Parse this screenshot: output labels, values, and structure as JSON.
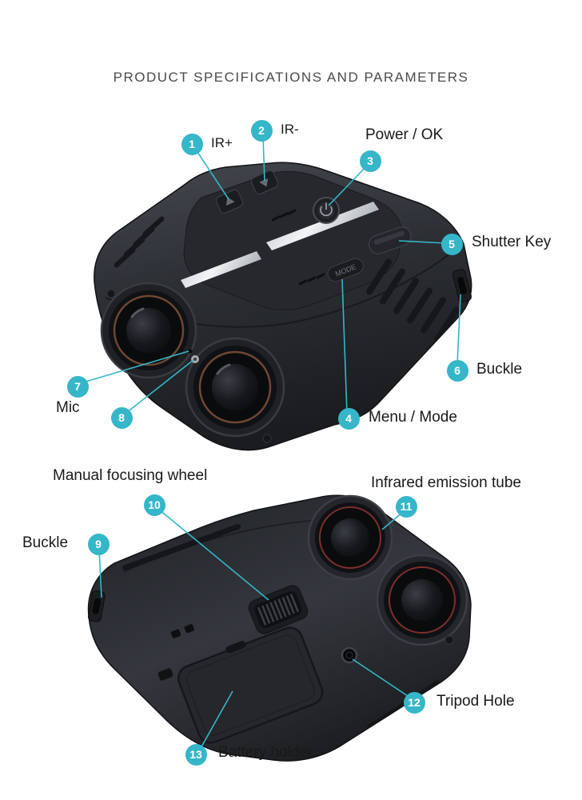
{
  "page": {
    "title": "PRODUCT SPECIFICATIONS AND PARAMETERS"
  },
  "device": {
    "mode_button_label": "MODE"
  },
  "colors": {
    "accent": "#35b6c9",
    "body": "#2a2d32",
    "label_text": "#191919"
  },
  "callouts": [
    {
      "num": "1",
      "label": "IR+"
    },
    {
      "num": "2",
      "label": "IR-"
    },
    {
      "num": "3",
      "label": "Power / OK"
    },
    {
      "num": "4",
      "label": "Menu / Mode"
    },
    {
      "num": "5",
      "label": "Shutter Key"
    },
    {
      "num": "6",
      "label": "Buckle"
    },
    {
      "num": "7",
      "label": "Mic"
    },
    {
      "num": "8",
      "label": ""
    },
    {
      "num": "9",
      "label": "Buckle"
    },
    {
      "num": "10",
      "label": "Manual focusing wheel"
    },
    {
      "num": "11",
      "label": "Infrared emission tube"
    },
    {
      "num": "12",
      "label": "Tripod Hole"
    },
    {
      "num": "13",
      "label": "Battery holder"
    }
  ]
}
